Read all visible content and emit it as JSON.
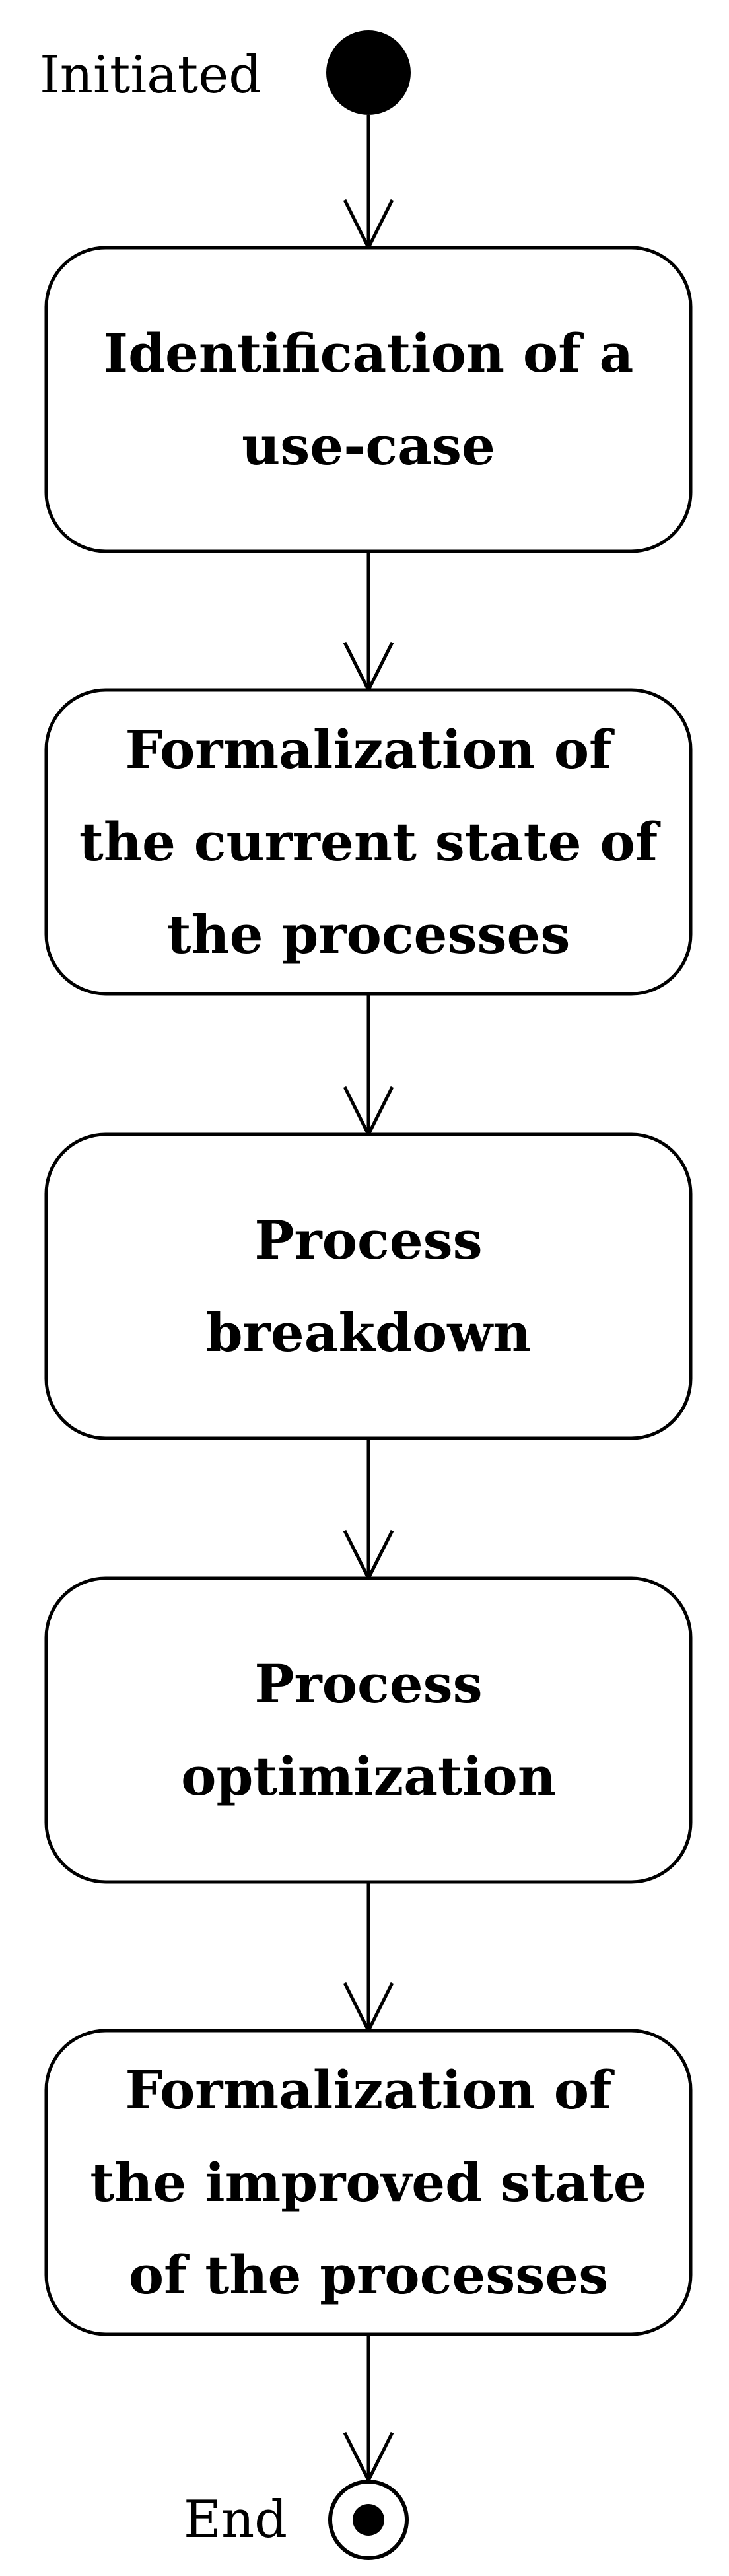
{
  "diagram": {
    "start_label": "Initiated",
    "end_label": "End",
    "steps": [
      {
        "lines": [
          "Identification of a",
          "use-case"
        ]
      },
      {
        "lines": [
          "Formalization of",
          "the current state of",
          "the processes"
        ]
      },
      {
        "lines": [
          "Process",
          "breakdown"
        ]
      },
      {
        "lines": [
          "Process",
          "optimization"
        ]
      },
      {
        "lines": [
          "Formalization of",
          "the improved state",
          "of the processes"
        ]
      }
    ],
    "colors": {
      "stroke": "#000000",
      "fill": "#ffffff",
      "text": "#000000"
    }
  }
}
